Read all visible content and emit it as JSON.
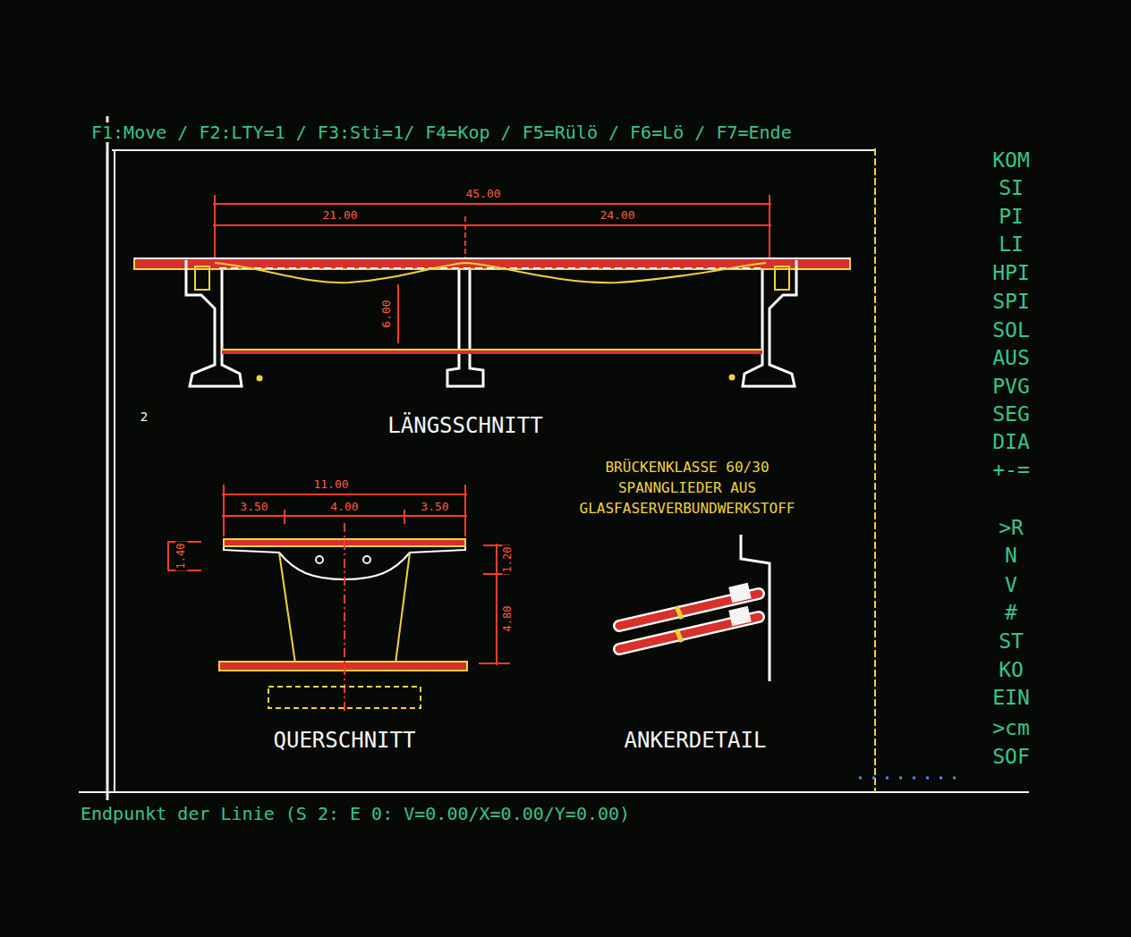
{
  "diagram": {
    "labels": [
      "F1:Move / F2:LTY=1 / F3:Sti=1/  F4=Kop / F5=Rülö / F6=Lö / F7=Ende",
      "45.00",
      "21.00",
      "24.00",
      "6.00",
      "2",
      "LÄNGSSCHNITT",
      "BRÜCKENKLASSE 60/30 SPANNGLIEDER AUS GLASFASERVERBUNDWERKSTOFF",
      "11.00",
      "3.50",
      "4.00",
      "3.50",
      "1.40",
      "1.20",
      "4.80",
      "QUERSCHNITT",
      "ANKERDETAIL",
      "KOM",
      "SI",
      "PI",
      "LI",
      "HPI",
      "SPI",
      "SOL",
      "AUS",
      "PVG",
      "SEG",
      "DIA",
      "+-=",
      ">R",
      "N",
      "V",
      "#",
      "ST",
      "KO",
      "EIN",
      ">cm",
      "SOF",
      "Endpunkt der Linie (S 2: E 0: V=0.00/X=0.00/Y=0.00)"
    ]
  }
}
